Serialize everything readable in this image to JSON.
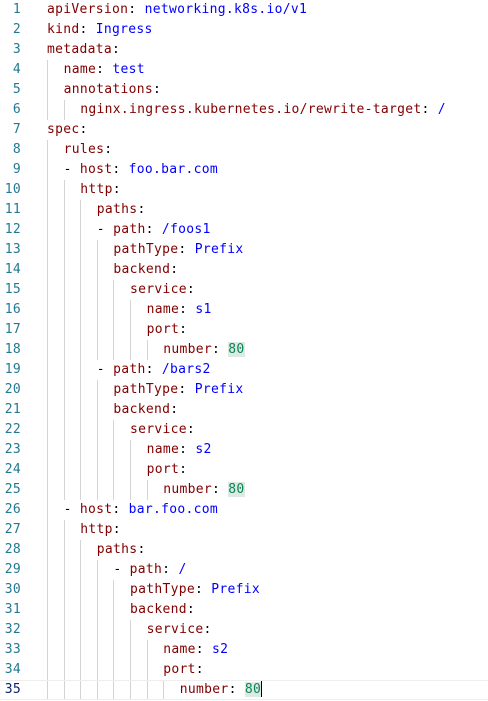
{
  "editor": {
    "language": "yaml",
    "indent_size": 2,
    "active_line": 35,
    "colors": {
      "line_number": "#237893",
      "line_number_active": "#0b216f",
      "key": "#800000",
      "string_value": "#0000ff",
      "number_value": "#098658",
      "number_highlight": "#dde9e2",
      "indent_guide": "#d3d3d3"
    },
    "lines": [
      {
        "number": "1",
        "indent": 0,
        "dash": "",
        "key": "apiVersion",
        "value": "networking.k8s.io/v1",
        "value_type": "string"
      },
      {
        "number": "2",
        "indent": 0,
        "dash": "",
        "key": "kind",
        "value": "Ingress",
        "value_type": "string"
      },
      {
        "number": "3",
        "indent": 0,
        "dash": "",
        "key": "metadata",
        "value": "",
        "value_type": ""
      },
      {
        "number": "4",
        "indent": 1,
        "dash": "",
        "key": "name",
        "value": "test",
        "value_type": "string"
      },
      {
        "number": "5",
        "indent": 1,
        "dash": "",
        "key": "annotations",
        "value": "",
        "value_type": ""
      },
      {
        "number": "6",
        "indent": 2,
        "dash": "",
        "key": "nginx.ingress.kubernetes.io/rewrite-target",
        "value": "/",
        "value_type": "string"
      },
      {
        "number": "7",
        "indent": 0,
        "dash": "",
        "key": "spec",
        "value": "",
        "value_type": ""
      },
      {
        "number": "8",
        "indent": 1,
        "dash": "",
        "key": "rules",
        "value": "",
        "value_type": ""
      },
      {
        "number": "9",
        "indent": 1,
        "dash": "- ",
        "key": "host",
        "value": "foo.bar.com",
        "value_type": "string"
      },
      {
        "number": "10",
        "indent": 2,
        "dash": "",
        "key": "http",
        "value": "",
        "value_type": ""
      },
      {
        "number": "11",
        "indent": 3,
        "dash": "",
        "key": "paths",
        "value": "",
        "value_type": ""
      },
      {
        "number": "12",
        "indent": 3,
        "dash": "- ",
        "key": "path",
        "value": "/foos1",
        "value_type": "string"
      },
      {
        "number": "13",
        "indent": 4,
        "dash": "",
        "key": "pathType",
        "value": "Prefix",
        "value_type": "string"
      },
      {
        "number": "14",
        "indent": 4,
        "dash": "",
        "key": "backend",
        "value": "",
        "value_type": ""
      },
      {
        "number": "15",
        "indent": 5,
        "dash": "",
        "key": "service",
        "value": "",
        "value_type": ""
      },
      {
        "number": "16",
        "indent": 6,
        "dash": "",
        "key": "name",
        "value": "s1",
        "value_type": "string"
      },
      {
        "number": "17",
        "indent": 6,
        "dash": "",
        "key": "port",
        "value": "",
        "value_type": ""
      },
      {
        "number": "18",
        "indent": 7,
        "dash": "",
        "key": "number",
        "value": "80",
        "value_type": "number"
      },
      {
        "number": "19",
        "indent": 3,
        "dash": "- ",
        "key": "path",
        "value": "/bars2",
        "value_type": "string"
      },
      {
        "number": "20",
        "indent": 4,
        "dash": "",
        "key": "pathType",
        "value": "Prefix",
        "value_type": "string"
      },
      {
        "number": "21",
        "indent": 4,
        "dash": "",
        "key": "backend",
        "value": "",
        "value_type": ""
      },
      {
        "number": "22",
        "indent": 5,
        "dash": "",
        "key": "service",
        "value": "",
        "value_type": ""
      },
      {
        "number": "23",
        "indent": 6,
        "dash": "",
        "key": "name",
        "value": "s2",
        "value_type": "string"
      },
      {
        "number": "24",
        "indent": 6,
        "dash": "",
        "key": "port",
        "value": "",
        "value_type": ""
      },
      {
        "number": "25",
        "indent": 7,
        "dash": "",
        "key": "number",
        "value": "80",
        "value_type": "number"
      },
      {
        "number": "26",
        "indent": 1,
        "dash": "- ",
        "key": "host",
        "value": "bar.foo.com",
        "value_type": "string"
      },
      {
        "number": "27",
        "indent": 2,
        "dash": "",
        "key": "http",
        "value": "",
        "value_type": ""
      },
      {
        "number": "28",
        "indent": 3,
        "dash": "",
        "key": "paths",
        "value": "",
        "value_type": ""
      },
      {
        "number": "29",
        "indent": 4,
        "dash": "- ",
        "key": "path",
        "value": "/",
        "value_type": "string"
      },
      {
        "number": "30",
        "indent": 5,
        "dash": "",
        "key": "pathType",
        "value": "Prefix",
        "value_type": "string"
      },
      {
        "number": "31",
        "indent": 5,
        "dash": "",
        "key": "backend",
        "value": "",
        "value_type": ""
      },
      {
        "number": "32",
        "indent": 6,
        "dash": "",
        "key": "service",
        "value": "",
        "value_type": ""
      },
      {
        "number": "33",
        "indent": 7,
        "dash": "",
        "key": "name",
        "value": "s2",
        "value_type": "string"
      },
      {
        "number": "34",
        "indent": 7,
        "dash": "",
        "key": "port",
        "value": "",
        "value_type": ""
      },
      {
        "number": "35",
        "indent": 8,
        "dash": "",
        "key": "number",
        "value": "80",
        "value_type": "number"
      }
    ]
  }
}
